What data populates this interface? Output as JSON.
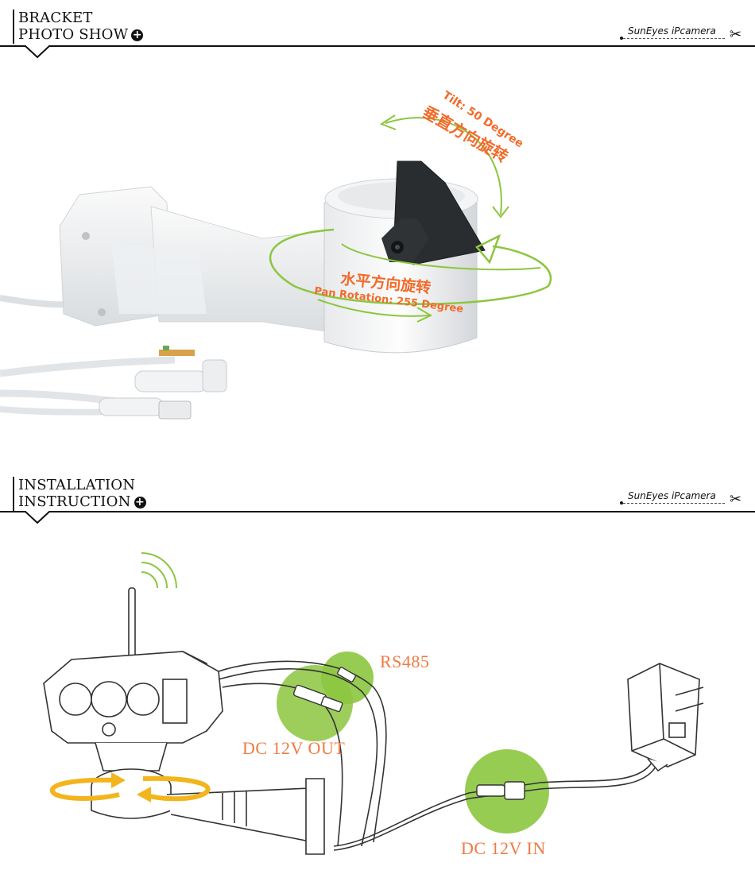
{
  "sections": [
    {
      "title_line1": "BRACKET",
      "title_line2": "PHOTO SHOW",
      "brand": "SunEyes iPcamera"
    },
    {
      "title_line1": "INSTALLATION",
      "title_line2": "INSTRUCTION",
      "brand": "SunEyes iPcamera"
    }
  ],
  "photo": {
    "tilt_en": "Tilt: 50 Degree",
    "tilt_cn": "垂直方向旋转",
    "pan_cn": "水平方向旋转",
    "pan_en": "Pan Rotation: 255 Degree"
  },
  "diagram": {
    "rs485": "RS485",
    "dc_out": "DC 12V OUT",
    "dc_in": "DC 12V IN"
  },
  "colors": {
    "accent_orange": "#f26b2a",
    "arrow_green": "#8cc63f",
    "circle_green": "#8cc63f"
  }
}
